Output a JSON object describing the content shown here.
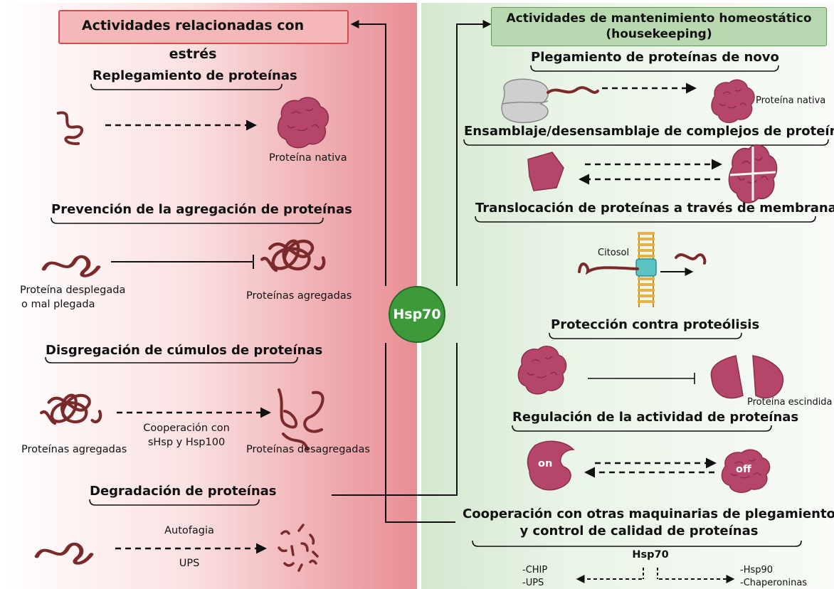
{
  "hub_label": "Hsp70",
  "stress": {
    "header": "Actividades relacionadas con estrés",
    "refolding": {
      "title": "Replegamiento de proteínas",
      "native_label": "Proteína nativa"
    },
    "aggregation": {
      "title": "Prevención de la agregación de proteínas",
      "unfolded_line1": "Proteína desplegada",
      "unfolded_line2": "o mal plegada",
      "aggregated_label": "Proteínas agregadas"
    },
    "disaggregation": {
      "title": "Disgregación de cúmulos de proteínas",
      "aggregated_label": "Proteínas agregadas",
      "coop_line1": "Cooperación con",
      "coop_line2": "sHsp y Hsp100",
      "disaggregated_label": "Proteínas desagregadas"
    },
    "degradation": {
      "title": "Degradación de proteínas",
      "pathway_top": "Autofagia",
      "pathway_bottom": "UPS"
    }
  },
  "housekeeping": {
    "header_line1": "Actividades de mantenimiento homeostático",
    "header_line2": "(housekeeping)",
    "denovo": {
      "title": "Plegamiento de proteínas de novo",
      "native_label": "Proteína nativa"
    },
    "assembly": {
      "title": "Ensamblaje/desensamblaje de complejos de proteínas"
    },
    "translocation": {
      "title": "Translocación de proteínas a través de membranas",
      "cytosol_label": "Citosol"
    },
    "proteolysis": {
      "title": "Protección contra proteólisis",
      "cleaved_label": "Proteína escindida"
    },
    "regulation": {
      "title": "Regulación de la actividad de proteínas",
      "on_label": "on",
      "off_label": "off"
    },
    "cooperation": {
      "title_line1": "Cooperación con otras maquinarias de plegamiento",
      "title_line2": "y control de calidad  de proteínas",
      "center_label": "Hsp70",
      "left_line1": "-CHIP",
      "left_line2": "-UPS",
      "right_line1": "-Hsp90",
      "right_line2": "-Chaperoninas"
    }
  },
  "colors": {
    "protein": "#b5466a",
    "protein_dark": "#8a2d4c",
    "chain": "#7a2a2a",
    "stress_border": "#d64d50",
    "house_border": "#5c9a54",
    "hub": "#3d9a3a"
  }
}
